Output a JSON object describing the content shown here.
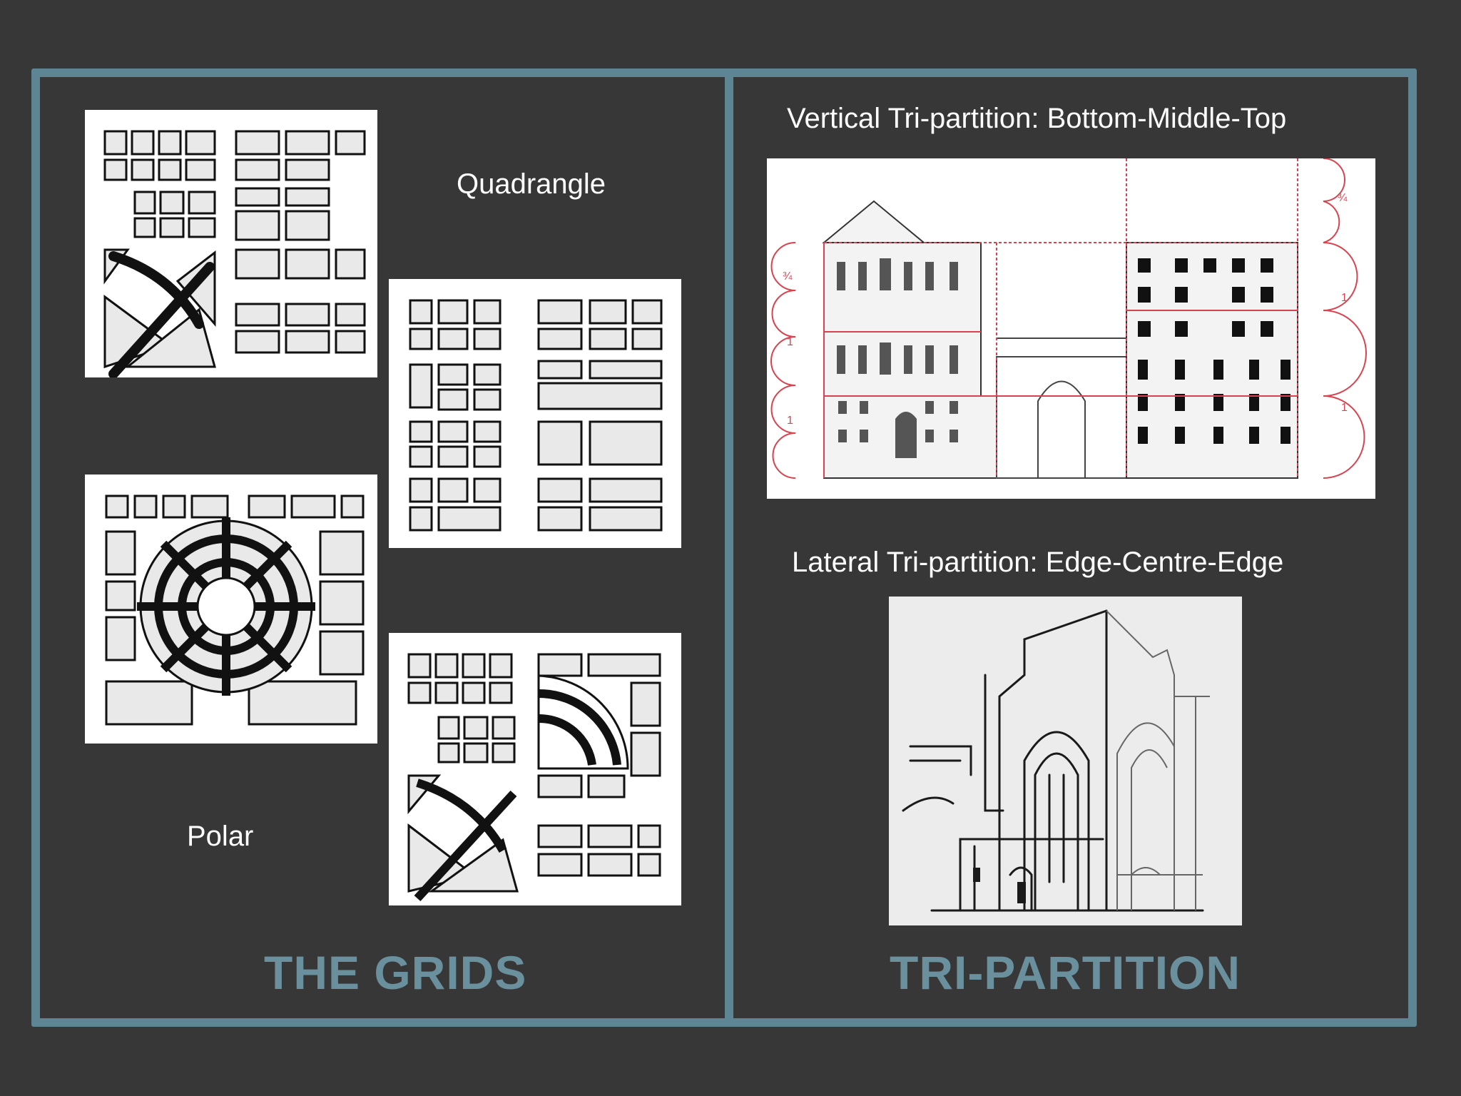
{
  "left_panel": {
    "heading": "THE GRIDS",
    "quadrangle_label": "Quadrangle",
    "polar_label": "Polar"
  },
  "right_panel": {
    "heading": "TRI-PARTITION",
    "vertical_caption": "Vertical Tri-partition: Bottom-Middle-Top",
    "lateral_caption": "Lateral Tri-partition: Edge-Centre-Edge",
    "elevation_ratios": [
      "¾",
      "1",
      "1",
      "¾",
      "1",
      "1"
    ]
  },
  "colors": {
    "background": "#373738",
    "frame": "#5e8593",
    "heading": "#6a909e",
    "text": "#ffffff",
    "guide_lines": "#d8434f"
  }
}
